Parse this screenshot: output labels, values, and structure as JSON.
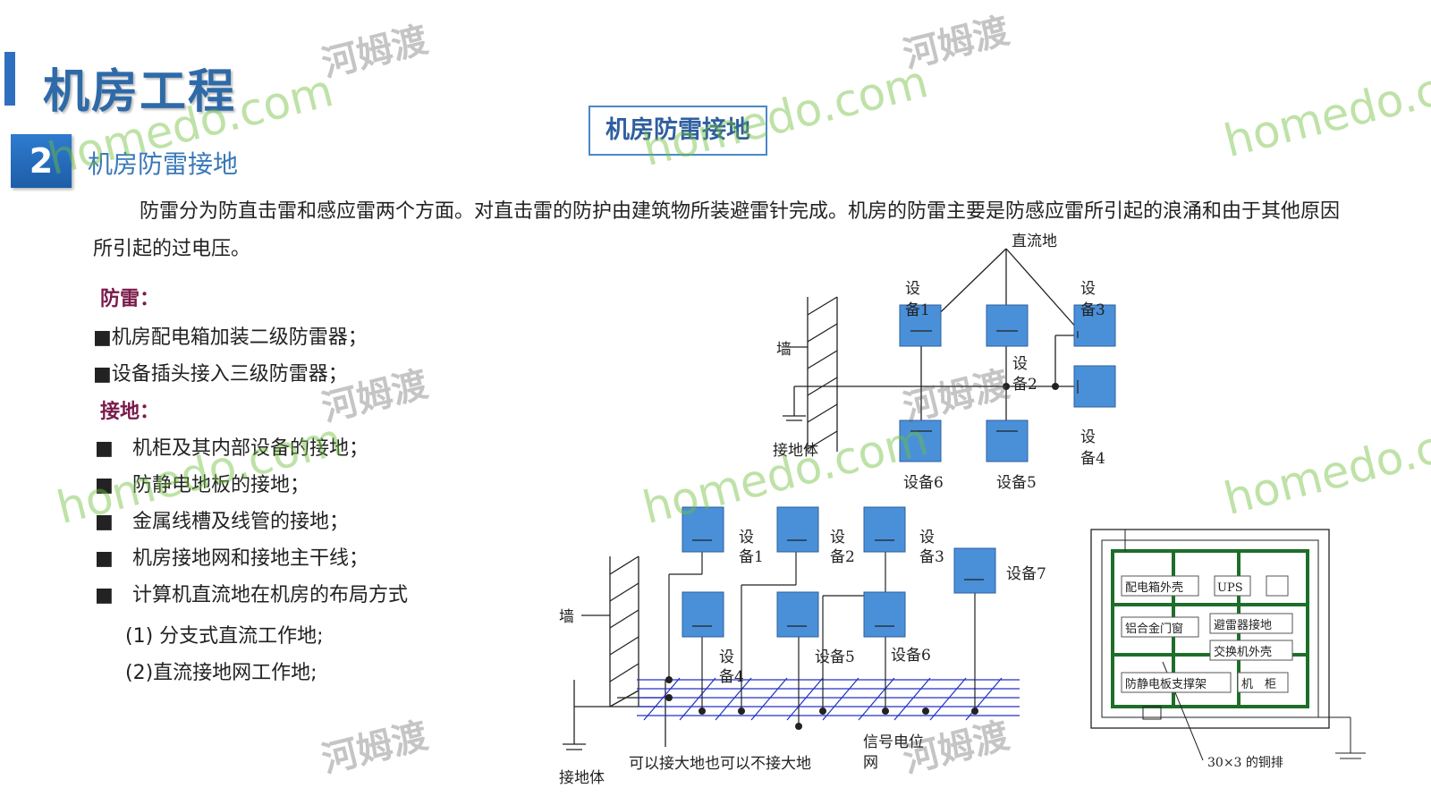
{
  "header": {
    "title": "机房工程",
    "section_number": "2",
    "section_title": "机房防雷接地"
  },
  "diagram_title": "机房防雷接地",
  "intro": "防雷分为防直击雷和感应雷两个方面。对直击雷的防护由建筑物所装避雷针完成。机房的防雷主要是防感应雷所引起的浪涌和由于其他原因所引起的过电压。",
  "lightning": {
    "heading": "防雷：",
    "items": [
      "■机房配电箱加装二级防雷器；",
      "■设备插头接入三级防雷器；"
    ]
  },
  "grounding": {
    "heading": "接地：",
    "bullet": "■",
    "items": [
      "机柜及其内部设备的接地；",
      "防静电地板的接地；",
      "金属线槽及线管的接地；",
      "机房接地网和接地主干线；",
      "计算机直流地在机房的布局方式"
    ],
    "sub_items": [
      "(1) 分支式直流工作地;",
      "(2)直流接地网工作地;"
    ]
  },
  "diagram1": {
    "dc_ground": "直流地",
    "wall": "墙",
    "ground_body": "接地体",
    "dev1": [
      "设",
      "备1"
    ],
    "dev2": [
      "设",
      "备2"
    ],
    "dev3": [
      "设",
      "备3"
    ],
    "dev4": [
      "设",
      "备4"
    ],
    "dev5": "设备5",
    "dev6": "设备6"
  },
  "diagram2": {
    "wall": "墙",
    "ground_body": "接地体",
    "dev1": [
      "设",
      "备1"
    ],
    "dev2": [
      "设",
      "备2"
    ],
    "dev3": [
      "设",
      "备3"
    ],
    "dev4": [
      "设",
      "备4"
    ],
    "dev5": "设备5",
    "dev6": "设备6",
    "dev7": "设备7",
    "earth_note": "可以接大地也可以不接大地",
    "signal_net": [
      "信号电位",
      "网"
    ]
  },
  "diagram3": {
    "labels": [
      "配电箱外壳",
      "UPS",
      "铝合金门窗",
      "避雷器接地",
      "交换机外壳",
      "防静电板支撑架",
      "机　柜"
    ],
    "copper_bar": "30×3 的铜排"
  },
  "watermarks": {
    "site": "homedo.com",
    "cn": "河姆渡"
  },
  "colors": {
    "accent": "#2f6aa8",
    "device_fill": "#4a90d9",
    "heading": "#7a1a4a",
    "watermark_green": "#6ebe3c"
  }
}
